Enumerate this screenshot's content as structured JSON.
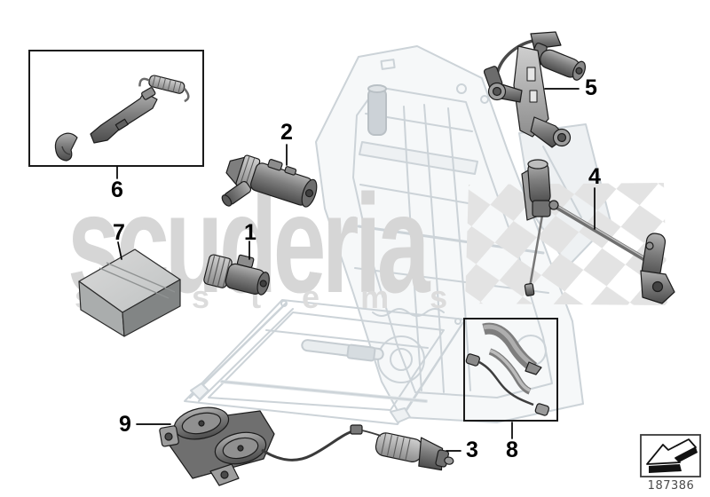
{
  "watermark": {
    "brand": "scuderia",
    "tagline": "systems",
    "brand_color": "#d6d6d6",
    "tagline_color": "#dcdcdc",
    "checker_color": "#e3e3e3"
  },
  "callouts": [
    {
      "label": "1"
    },
    {
      "label": "2"
    },
    {
      "label": "3"
    },
    {
      "label": "4"
    },
    {
      "label": "5"
    },
    {
      "label": "6"
    },
    {
      "label": "7"
    },
    {
      "label": "8"
    },
    {
      "label": "9"
    }
  ],
  "footer": {
    "drawing_number": "187386"
  },
  "colors": {
    "part_fill_dark": "#4e4e4e",
    "part_fill_light": "#aaaaaa",
    "part_outline": "#1c1c1c",
    "ghost_frame": "#ccd3d8",
    "callout_text": "#000000",
    "box_border": "#1a1a1a"
  }
}
